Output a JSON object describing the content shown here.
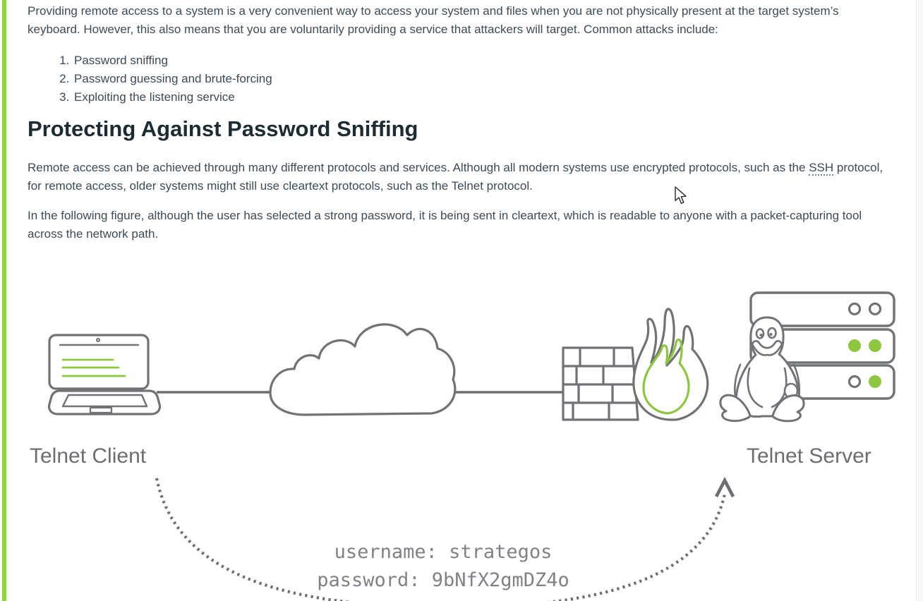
{
  "colors": {
    "accent_bar": "#8cd930",
    "icon_green": "#8dc63f",
    "icon_gray": "#717275",
    "label_gray": "#6d6e71"
  },
  "article": {
    "intro_paragraph": "Providing remote access to a system is a very convenient way to access your system and files when you are not physically present at the target system’s keyboard. However, this also means that you are voluntarily providing a service that attackers will target. Common attacks include:",
    "attack_list": [
      "Password sniffing",
      "Password guessing and brute-forcing",
      "Exploiting the listening service"
    ],
    "heading": "Protecting Against Password Sniffing",
    "protocols_paragraph": {
      "before_term": "Remote access can be achieved through many different protocols and services. Although all modern systems use encrypted protocols, such as the ",
      "term": "SSH",
      "after_term": " protocol, for remote access, older systems might still use cleartext protocols, such as the Telnet protocol."
    },
    "figure_paragraph": "In the following figure, although the user has selected a strong password, it is being sent in cleartext, which is readable to anyone with a packet-capturing tool across the network path."
  },
  "figure": {
    "client_label": "Telnet Client",
    "server_label": "Telnet Server",
    "credentials": {
      "username_line": "username: strategos",
      "password_line": "password: 9bNfX2gmDZ4o"
    }
  }
}
